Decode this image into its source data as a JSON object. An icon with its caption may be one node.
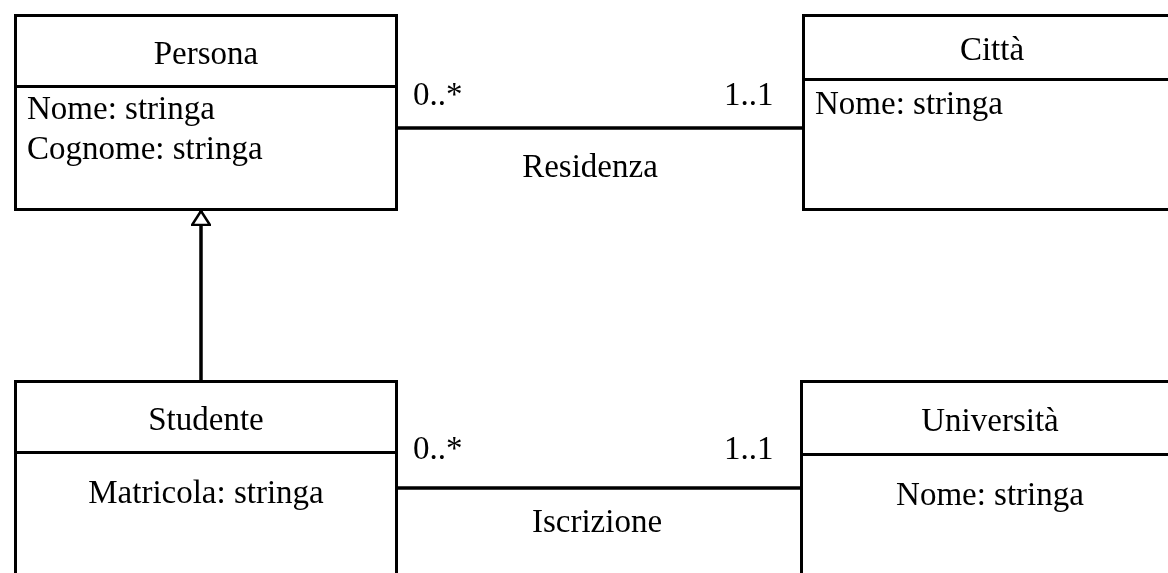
{
  "diagram": {
    "nodes": [
      {
        "text": [
          "Persona",
          "Nome: stringa",
          "Cognome: stringa"
        ]
      },
      {
        "text": [
          "Città",
          "Nome: stringa"
        ]
      },
      {
        "text": [
          "Studente",
          "Matricola: stringa"
        ]
      },
      {
        "text": [
          "Università",
          "Nome: stringa"
        ]
      }
    ],
    "edges": [
      {
        "from": 0,
        "to": 1,
        "arrow": "none",
        "label": "Residenza"
      },
      {
        "from": 2,
        "to": 0,
        "arrow": "to"
      },
      {
        "from": 2,
        "to": 3,
        "arrow": "none",
        "label": "Iscrizione"
      }
    ],
    "labels": [
      "0..*",
      "1..1",
      "0..*",
      "1..1"
    ]
  }
}
